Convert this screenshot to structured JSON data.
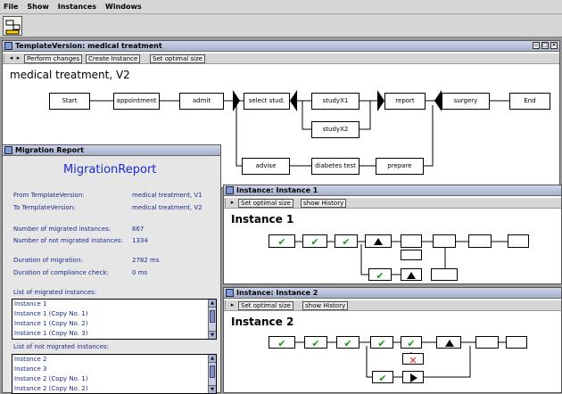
{
  "menu": {
    "file": "File",
    "show": "Show",
    "instances": "Instances",
    "windows": "Windows"
  },
  "template_window": {
    "title": "TemplateVersion: medical treatment",
    "buttons": {
      "perform_changes": "Perform changes",
      "create_instance": "Create Instance",
      "set_optimal_size": "Set optimal size"
    },
    "heading": "medical treatment, V2",
    "nodes": {
      "start": "Start",
      "appointment": "appointment",
      "admit": "admit",
      "select_stud": "select stud.",
      "study1": "studyX1",
      "study2": "studyX2",
      "report": "report",
      "surgery": "surgery",
      "end": "End",
      "advise": "advise",
      "diabetes_test": "diabetes test",
      "prepare": "prepare"
    }
  },
  "migration_report": {
    "title": "Migration Report",
    "heading": "MigrationReport",
    "rows": [
      {
        "label": "From TemplateVersion:",
        "value": "medical treatment, V1"
      },
      {
        "label": "To TemplateVersion:",
        "value": "medical treatment, V2"
      },
      {
        "label": "Number of migrated instances:",
        "value": "667"
      },
      {
        "label": "Number of not migrated instances:",
        "value": "1334"
      },
      {
        "label": "Duration of migration:",
        "value": "2782 ms"
      },
      {
        "label": "Duration of compliance check:",
        "value": "0 ms"
      }
    ],
    "migrated_label": "List of migrated instances:",
    "migrated": [
      "Instance 1",
      "Instance 1 (Copy No. 1)",
      "Instance 1 (Copy No. 2)",
      "Instance 1 (Copy No. 3)"
    ],
    "not_migrated_label": "List of not migrated instances:",
    "not_migrated": [
      "Instance 2",
      "Instance 3",
      "Instance 2 (Copy No. 1)",
      "Instance 2 (Copy No. 2)"
    ]
  },
  "instance1": {
    "title": "Instance: Instance 1",
    "buttons": {
      "set_optimal_size": "Set optimal size",
      "show_history": "show History"
    },
    "heading": "Instance 1"
  },
  "instance2": {
    "title": "Instance: Instance 2",
    "buttons": {
      "set_optimal_size": "Set optimal size",
      "show_history": "show History"
    },
    "heading": "Instance 2"
  },
  "icons": {
    "check": "✔",
    "cross": "✕"
  }
}
